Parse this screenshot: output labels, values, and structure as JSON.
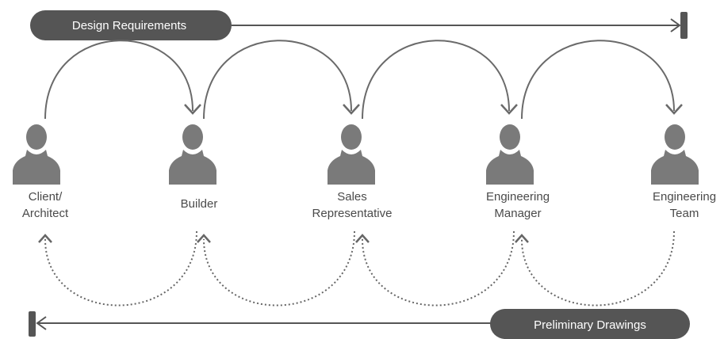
{
  "diagram": {
    "top_flow": {
      "label": "Design Requirements"
    },
    "bottom_flow": {
      "label": "Preliminary Drawings"
    },
    "people": [
      {
        "id": "client",
        "lines": [
          "Client/",
          "Architect"
        ]
      },
      {
        "id": "builder",
        "lines": [
          "Builder"
        ]
      },
      {
        "id": "sales",
        "lines": [
          "Sales",
          "Representative"
        ]
      },
      {
        "id": "eng-manager",
        "lines": [
          "Engineering",
          "Manager"
        ]
      },
      {
        "id": "eng-team",
        "lines": [
          "Engineering",
          "Team"
        ]
      }
    ],
    "colors": {
      "pill": "#555555",
      "person": "#7a7a7a",
      "arrow": "#6a6a6a",
      "dotted": "#666666",
      "text": "#4a4a4a"
    }
  }
}
